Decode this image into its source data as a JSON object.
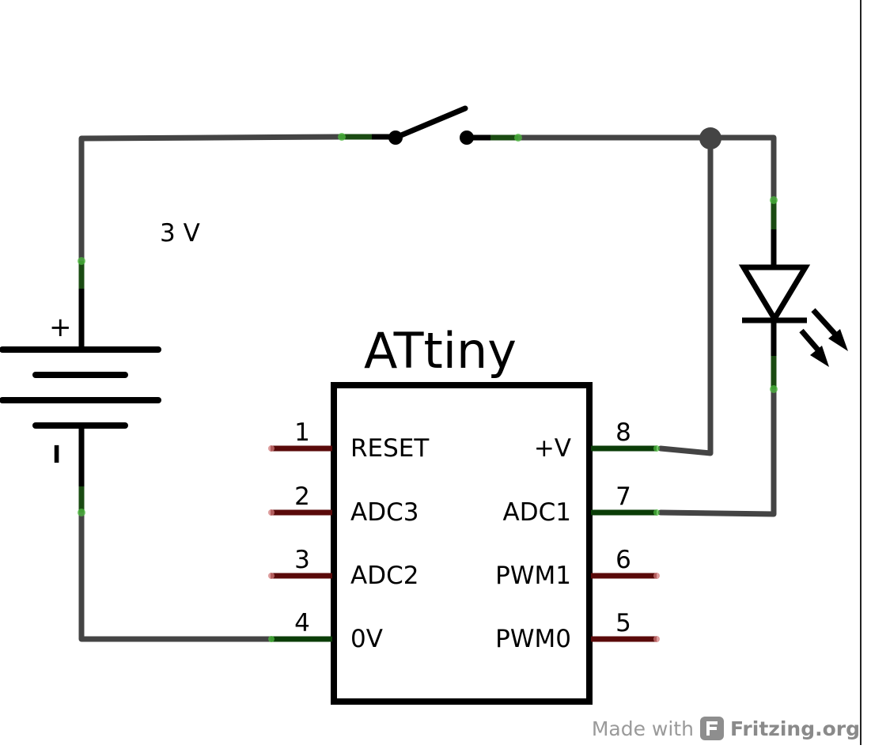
{
  "battery": {
    "voltage_label": "3 V",
    "plus_label": "+",
    "minus_label": "I"
  },
  "chip": {
    "title": "ATtiny",
    "left_pins": [
      {
        "number": "1",
        "name": "RESET",
        "connected": false
      },
      {
        "number": "2",
        "name": "ADC3",
        "connected": false
      },
      {
        "number": "3",
        "name": "ADC2",
        "connected": false
      },
      {
        "number": "4",
        "name": "0V",
        "connected": true
      }
    ],
    "right_pins": [
      {
        "number": "8",
        "name": "+V",
        "connected": true
      },
      {
        "number": "7",
        "name": "ADC1",
        "connected": true
      },
      {
        "number": "6",
        "name": "PWM1",
        "connected": false
      },
      {
        "number": "5",
        "name": "PWM0",
        "connected": false
      }
    ]
  },
  "credit": {
    "prefix": "Made with",
    "brand": "Fritzing.org"
  },
  "colors": {
    "wire": "#444444",
    "connected_pin": "#0b3d08",
    "unconnected_pin": "#5a0a0a"
  }
}
